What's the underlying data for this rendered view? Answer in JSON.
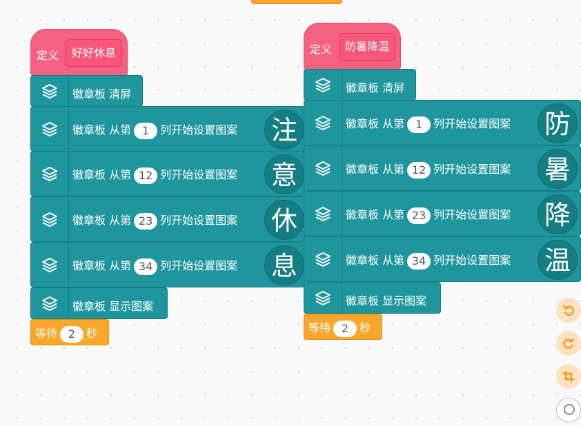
{
  "colors": {
    "define": "#f66181",
    "extension": "#1f969e",
    "control": "#f7a72a",
    "side_button": "#fde2c2",
    "side_icon": "#f39a1e"
  },
  "scripts": [
    {
      "define_label": "定义",
      "procedure_name": "好好休息",
      "clear_label": "徽章板 清屏",
      "rows": [
        {
          "prefix": "徽章板 从第",
          "column": "1",
          "suffix": "列开始设置图案",
          "pattern_char": "注"
        },
        {
          "prefix": "徽章板 从第",
          "column": "12",
          "suffix": "列开始设置图案",
          "pattern_char": "意"
        },
        {
          "prefix": "徽章板 从第",
          "column": "23",
          "suffix": "列开始设置图案",
          "pattern_char": "休"
        },
        {
          "prefix": "徽章板 从第",
          "column": "34",
          "suffix": "列开始设置图案",
          "pattern_char": "息"
        }
      ],
      "show_label": "徽章板 显示图案",
      "wait": {
        "prefix": "等待",
        "value": "2",
        "suffix": "秒"
      }
    },
    {
      "define_label": "定义",
      "procedure_name": "防暑降温",
      "clear_label": "徽章板 清屏",
      "rows": [
        {
          "prefix": "徽章板 从第",
          "column": "1",
          "suffix": "列开始设置图案",
          "pattern_char": "防"
        },
        {
          "prefix": "徽章板 从第",
          "column": "12",
          "suffix": "列开始设置图案",
          "pattern_char": "暑"
        },
        {
          "prefix": "徽章板 从第",
          "column": "23",
          "suffix": "列开始设置图案",
          "pattern_char": "降"
        },
        {
          "prefix": "徽章板 从第",
          "column": "34",
          "suffix": "列开始设置图案",
          "pattern_char": "温"
        }
      ],
      "show_label": "徽章板 显示图案",
      "wait": {
        "prefix": "等待",
        "value": "2",
        "suffix": "秒"
      }
    }
  ],
  "side_buttons": [
    "undo-icon",
    "redo-icon",
    "crop-icon",
    "zoom-icon"
  ]
}
